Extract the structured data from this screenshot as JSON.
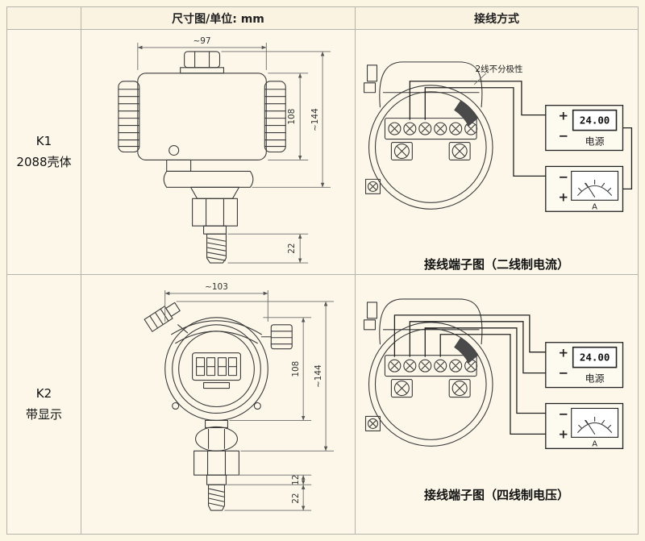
{
  "header": {
    "dims_title": "尺寸图/单位: mm",
    "wiring_title": "接线方式"
  },
  "rows": [
    {
      "label1": "K1",
      "label2": "2088壳体"
    },
    {
      "label1": "K2",
      "label2": "带显示"
    }
  ],
  "k1_dims": {
    "width": "~97",
    "body_height": "108",
    "total_height": "~144",
    "thread_length": "22"
  },
  "k2_dims": {
    "width": "~103",
    "body_height": "108",
    "total_height": "~144",
    "mid_length": "12",
    "thread_length": "22"
  },
  "sym": {
    "plus": "+",
    "minus": "−"
  },
  "wiring_current": {
    "note": "2线不分极性",
    "psu_value": "24.00",
    "psu_label": "电源",
    "meter_label": "A",
    "caption": "接线端子图（二线制电流）"
  },
  "wiring_voltage": {
    "psu_value": "24.00",
    "psu_label": "电源",
    "meter_label": "A",
    "caption": "接线端子图（四线制电压）"
  }
}
